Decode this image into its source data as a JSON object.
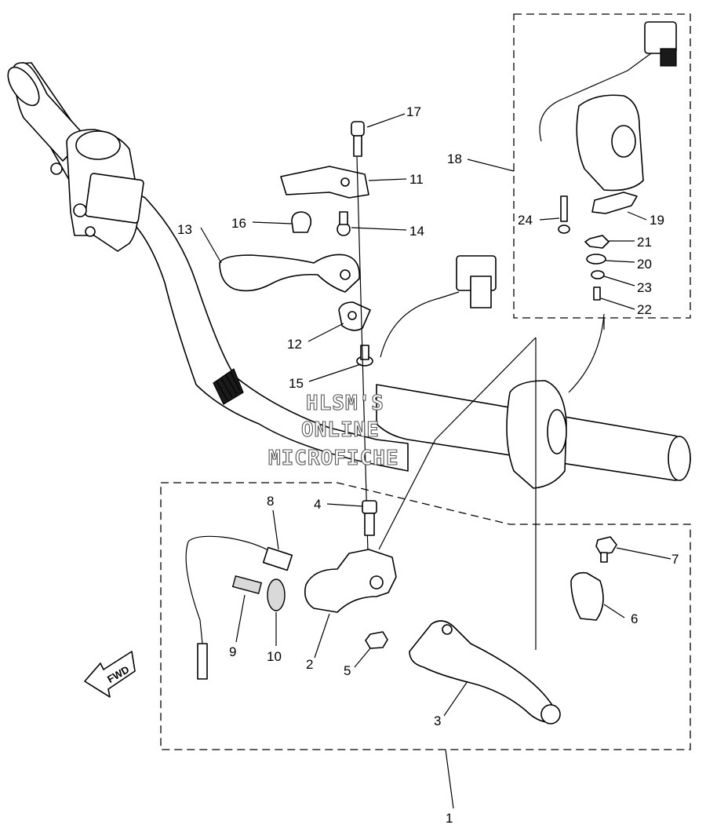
{
  "watermark": {
    "line1": "HLSM'S",
    "line2": "ONLINE",
    "line3": "MICROFICHE"
  },
  "direction_tag": "FWD",
  "callouts": {
    "c1": "1",
    "c2": "2",
    "c3": "3",
    "c4": "4",
    "c5": "5",
    "c6": "6",
    "c7": "7",
    "c8": "8",
    "c9": "9",
    "c10": "10",
    "c11": "11",
    "c12": "12",
    "c13": "13",
    "c14": "14",
    "c15": "15",
    "c16": "16",
    "c17": "17",
    "c18": "18",
    "c19": "19",
    "c20": "20",
    "c21": "21",
    "c22": "22",
    "c23": "23",
    "c24": "24"
  }
}
